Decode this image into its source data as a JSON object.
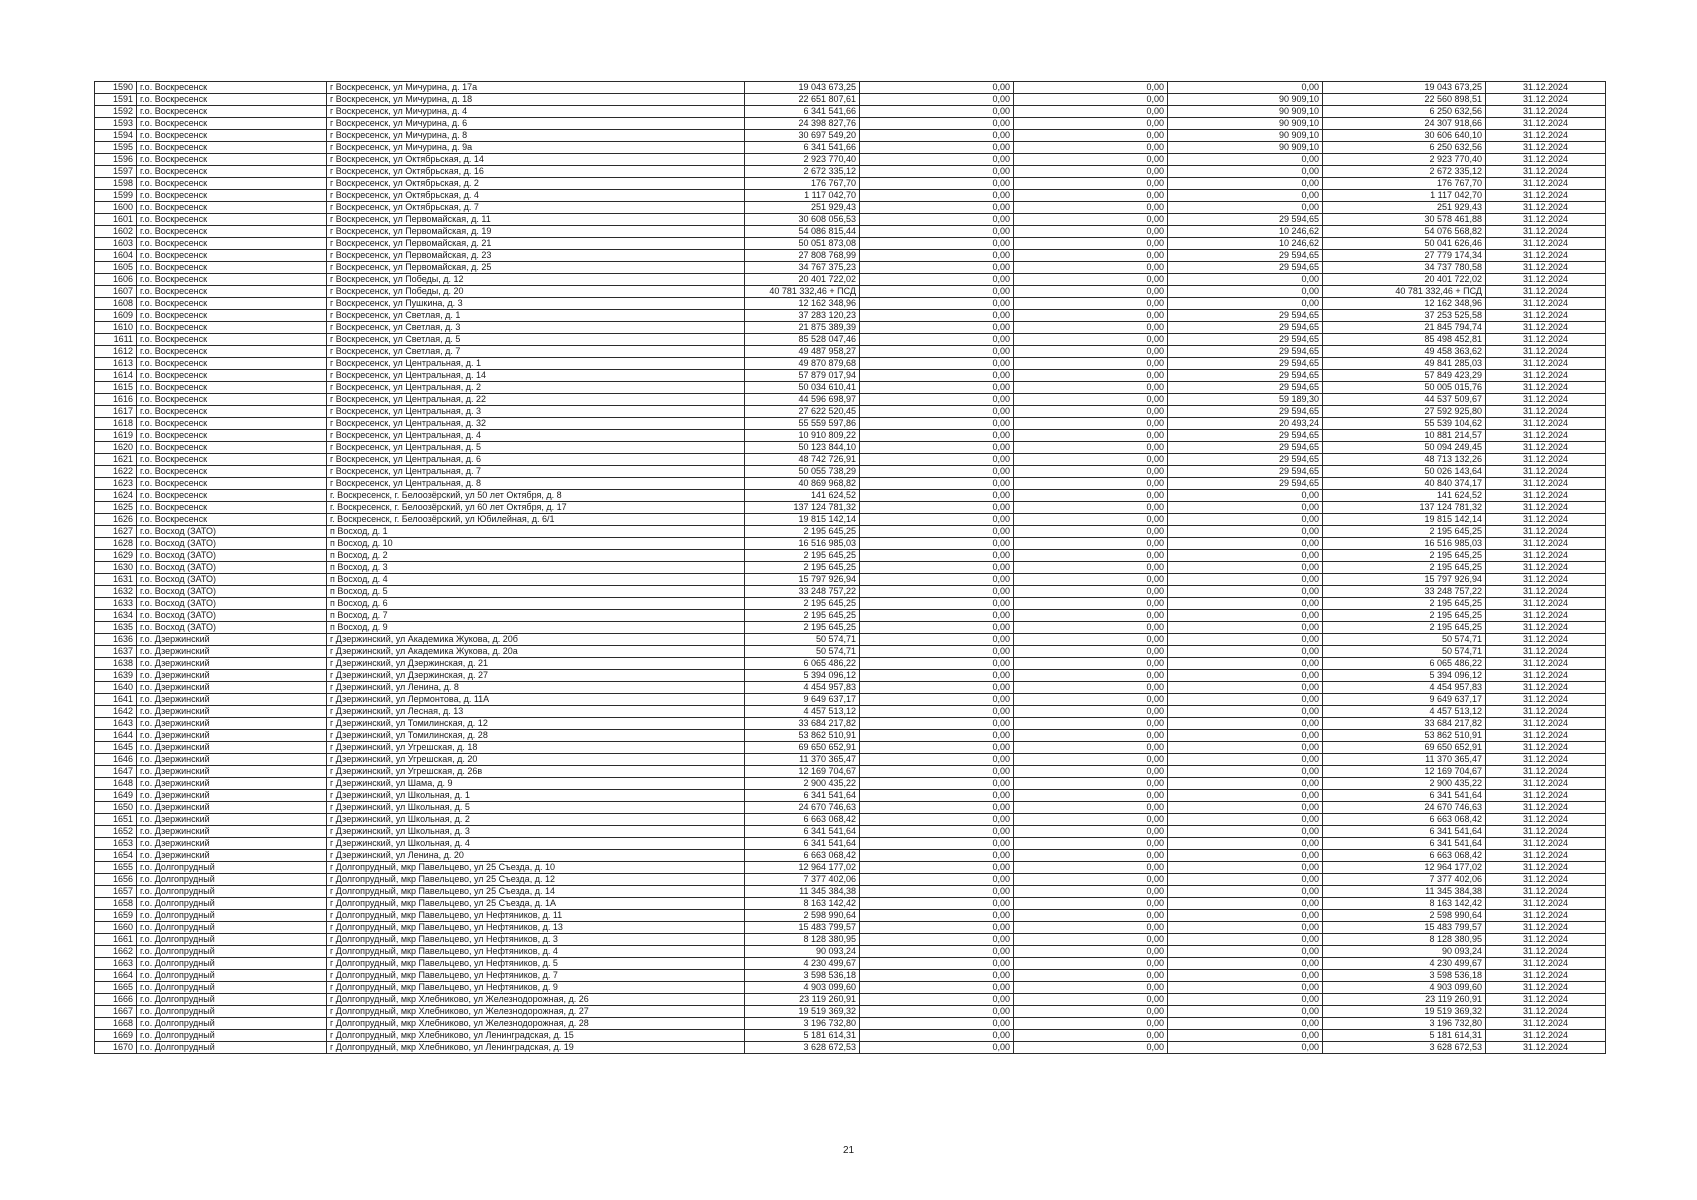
{
  "page_number": "21",
  "rows": [
    [
      "1590",
      "г.о. Воскресенск",
      "г Воскресенск, ул Мичурина, д. 17а",
      "19 043 673,25",
      "0,00",
      "0,00",
      "0,00",
      "19 043 673,25",
      "31.12.2024"
    ],
    [
      "1591",
      "г.о. Воскресенск",
      "г Воскресенск, ул Мичурина, д. 18",
      "22 651 807,61",
      "0,00",
      "0,00",
      "90 909,10",
      "22 560 898,51",
      "31.12.2024"
    ],
    [
      "1592",
      "г.о. Воскресенск",
      "г Воскресенск, ул Мичурина, д. 4",
      "6 341 541,66",
      "0,00",
      "0,00",
      "90 909,10",
      "6 250 632,56",
      "31.12.2024"
    ],
    [
      "1593",
      "г.о. Воскресенск",
      "г Воскресенск, ул Мичурина, д. 6",
      "24 398 827,76",
      "0,00",
      "0,00",
      "90 909,10",
      "24 307 918,66",
      "31.12.2024"
    ],
    [
      "1594",
      "г.о. Воскресенск",
      "г Воскресенск, ул Мичурина, д. 8",
      "30 697 549,20",
      "0,00",
      "0,00",
      "90 909,10",
      "30 606 640,10",
      "31.12.2024"
    ],
    [
      "1595",
      "г.о. Воскресенск",
      "г Воскресенск, ул Мичурина, д. 9а",
      "6 341 541,66",
      "0,00",
      "0,00",
      "90 909,10",
      "6 250 632,56",
      "31.12.2024"
    ],
    [
      "1596",
      "г.о. Воскресенск",
      "г Воскресенск, ул Октябрьская, д. 14",
      "2 923 770,40",
      "0,00",
      "0,00",
      "0,00",
      "2 923 770,40",
      "31.12.2024"
    ],
    [
      "1597",
      "г.о. Воскресенск",
      "г Воскресенск, ул Октябрьская, д. 16",
      "2 672 335,12",
      "0,00",
      "0,00",
      "0,00",
      "2 672 335,12",
      "31.12.2024"
    ],
    [
      "1598",
      "г.о. Воскресенск",
      "г Воскресенск, ул Октябрьская, д. 2",
      "176 767,70",
      "0,00",
      "0,00",
      "0,00",
      "176 767,70",
      "31.12.2024"
    ],
    [
      "1599",
      "г.о. Воскресенск",
      "г Воскресенск, ул Октябрьская, д. 4",
      "1 117 042,70",
      "0,00",
      "0,00",
      "0,00",
      "1 117 042,70",
      "31.12.2024"
    ],
    [
      "1600",
      "г.о. Воскресенск",
      "г Воскресенск, ул Октябрьская, д. 7",
      "251 929,43",
      "0,00",
      "0,00",
      "0,00",
      "251 929,43",
      "31.12.2024"
    ],
    [
      "1601",
      "г.о. Воскресенск",
      "г Воскресенск, ул Первомайская, д. 11",
      "30 608 056,53",
      "0,00",
      "0,00",
      "29 594,65",
      "30 578 461,88",
      "31.12.2024"
    ],
    [
      "1602",
      "г.о. Воскресенск",
      "г Воскресенск, ул Первомайская, д. 19",
      "54 086 815,44",
      "0,00",
      "0,00",
      "10 246,62",
      "54 076 568,82",
      "31.12.2024"
    ],
    [
      "1603",
      "г.о. Воскресенск",
      "г Воскресенск, ул Первомайская, д. 21",
      "50 051 873,08",
      "0,00",
      "0,00",
      "10 246,62",
      "50 041 626,46",
      "31.12.2024"
    ],
    [
      "1604",
      "г.о. Воскресенск",
      "г Воскресенск, ул Первомайская, д. 23",
      "27 808 768,99",
      "0,00",
      "0,00",
      "29 594,65",
      "27 779 174,34",
      "31.12.2024"
    ],
    [
      "1605",
      "г.о. Воскресенск",
      "г Воскресенск, ул Первомайская, д. 25",
      "34 767 375,23",
      "0,00",
      "0,00",
      "29 594,65",
      "34 737 780,58",
      "31.12.2024"
    ],
    [
      "1606",
      "г.о. Воскресенск",
      "г Воскресенск, ул Победы, д. 12",
      "20 401 722,02",
      "0,00",
      "0,00",
      "0,00",
      "20 401 722,02",
      "31.12.2024"
    ],
    [
      "1607",
      "г.о. Воскресенск",
      "г Воскресенск, ул Победы, д. 20",
      "40 781 332,46 + ПСД",
      "0,00",
      "0,00",
      "0,00",
      "40 781 332,46 + ПСД",
      "31.12.2024"
    ],
    [
      "1608",
      "г.о. Воскресенск",
      "г Воскресенск, ул Пушкина, д. 3",
      "12 162 348,96",
      "0,00",
      "0,00",
      "0,00",
      "12 162 348,96",
      "31.12.2024"
    ],
    [
      "1609",
      "г.о. Воскресенск",
      "г Воскресенск, ул Светлая, д. 1",
      "37 283 120,23",
      "0,00",
      "0,00",
      "29 594,65",
      "37 253 525,58",
      "31.12.2024"
    ],
    [
      "1610",
      "г.о. Воскресенск",
      "г Воскресенск, ул Светлая, д. 3",
      "21 875 389,39",
      "0,00",
      "0,00",
      "29 594,65",
      "21 845 794,74",
      "31.12.2024"
    ],
    [
      "1611",
      "г.о. Воскресенск",
      "г Воскресенск, ул Светлая, д. 5",
      "85 528 047,46",
      "0,00",
      "0,00",
      "29 594,65",
      "85 498 452,81",
      "31.12.2024"
    ],
    [
      "1612",
      "г.о. Воскресенск",
      "г Воскресенск, ул Светлая, д. 7",
      "49 487 958,27",
      "0,00",
      "0,00",
      "29 594,65",
      "49 458 363,62",
      "31.12.2024"
    ],
    [
      "1613",
      "г.о. Воскресенск",
      "г Воскресенск, ул Центральная, д. 1",
      "49 870 879,68",
      "0,00",
      "0,00",
      "29 594,65",
      "49 841 285,03",
      "31.12.2024"
    ],
    [
      "1614",
      "г.о. Воскресенск",
      "г Воскресенск, ул Центральная, д. 14",
      "57 879 017,94",
      "0,00",
      "0,00",
      "29 594,65",
      "57 849 423,29",
      "31.12.2024"
    ],
    [
      "1615",
      "г.о. Воскресенск",
      "г Воскресенск, ул Центральная, д. 2",
      "50 034 610,41",
      "0,00",
      "0,00",
      "29 594,65",
      "50 005 015,76",
      "31.12.2024"
    ],
    [
      "1616",
      "г.о. Воскресенск",
      "г Воскресенск, ул Центральная, д. 22",
      "44 596 698,97",
      "0,00",
      "0,00",
      "59 189,30",
      "44 537 509,67",
      "31.12.2024"
    ],
    [
      "1617",
      "г.о. Воскресенск",
      "г Воскресенск, ул Центральная, д. 3",
      "27 622 520,45",
      "0,00",
      "0,00",
      "29 594,65",
      "27 592 925,80",
      "31.12.2024"
    ],
    [
      "1618",
      "г.о. Воскресенск",
      "г Воскресенск, ул Центральная, д. 32",
      "55 559 597,86",
      "0,00",
      "0,00",
      "20 493,24",
      "55 539 104,62",
      "31.12.2024"
    ],
    [
      "1619",
      "г.о. Воскресенск",
      "г Воскресенск, ул Центральная, д. 4",
      "10 910 809,22",
      "0,00",
      "0,00",
      "29 594,65",
      "10 881 214,57",
      "31.12.2024"
    ],
    [
      "1620",
      "г.о. Воскресенск",
      "г Воскресенск, ул Центральная, д. 5",
      "50 123 844,10",
      "0,00",
      "0,00",
      "29 594,65",
      "50 094 249,45",
      "31.12.2024"
    ],
    [
      "1621",
      "г.о. Воскресенск",
      "г Воскресенск, ул Центральная, д. 6",
      "48 742 726,91",
      "0,00",
      "0,00",
      "29 594,65",
      "48 713 132,26",
      "31.12.2024"
    ],
    [
      "1622",
      "г.о. Воскресенск",
      "г Воскресенск, ул Центральная, д. 7",
      "50 055 738,29",
      "0,00",
      "0,00",
      "29 594,65",
      "50 026 143,64",
      "31.12.2024"
    ],
    [
      "1623",
      "г.о. Воскресенск",
      "г Воскресенск, ул Центральная, д. 8",
      "40 869 968,82",
      "0,00",
      "0,00",
      "29 594,65",
      "40 840 374,17",
      "31.12.2024"
    ],
    [
      "1624",
      "г.о. Воскресенск",
      "г. Воскресенск, г. Белоозёрский, ул 50 лет Октября, д. 8",
      "141 624,52",
      "0,00",
      "0,00",
      "0,00",
      "141 624,52",
      "31.12.2024"
    ],
    [
      "1625",
      "г.о. Воскресенск",
      "г. Воскресенск, г. Белоозёрский, ул 60 лет Октября, д. 17",
      "137 124 781,32",
      "0,00",
      "0,00",
      "0,00",
      "137 124 781,32",
      "31.12.2024"
    ],
    [
      "1626",
      "г.о. Воскресенск",
      "г. Воскресенск, г. Белоозёрский, ул Юбилейная, д. 6/1",
      "19 815 142,14",
      "0,00",
      "0,00",
      "0,00",
      "19 815 142,14",
      "31.12.2024"
    ],
    [
      "1627",
      "г.о. Восход (ЗАТО)",
      "п Восход, д. 1",
      "2 195 645,25",
      "0,00",
      "0,00",
      "0,00",
      "2 195 645,25",
      "31.12.2024"
    ],
    [
      "1628",
      "г.о. Восход (ЗАТО)",
      "п Восход, д. 10",
      "16 516 985,03",
      "0,00",
      "0,00",
      "0,00",
      "16 516 985,03",
      "31.12.2024"
    ],
    [
      "1629",
      "г.о. Восход (ЗАТО)",
      "п Восход, д. 2",
      "2 195 645,25",
      "0,00",
      "0,00",
      "0,00",
      "2 195 645,25",
      "31.12.2024"
    ],
    [
      "1630",
      "г.о. Восход (ЗАТО)",
      "п Восход, д. 3",
      "2 195 645,25",
      "0,00",
      "0,00",
      "0,00",
      "2 195 645,25",
      "31.12.2024"
    ],
    [
      "1631",
      "г.о. Восход (ЗАТО)",
      "п Восход, д. 4",
      "15 797 926,94",
      "0,00",
      "0,00",
      "0,00",
      "15 797 926,94",
      "31.12.2024"
    ],
    [
      "1632",
      "г.о. Восход (ЗАТО)",
      "п Восход, д. 5",
      "33 248 757,22",
      "0,00",
      "0,00",
      "0,00",
      "33 248 757,22",
      "31.12.2024"
    ],
    [
      "1633",
      "г.о. Восход (ЗАТО)",
      "п Восход, д. 6",
      "2 195 645,25",
      "0,00",
      "0,00",
      "0,00",
      "2 195 645,25",
      "31.12.2024"
    ],
    [
      "1634",
      "г.о. Восход (ЗАТО)",
      "п Восход, д. 7",
      "2 195 645,25",
      "0,00",
      "0,00",
      "0,00",
      "2 195 645,25",
      "31.12.2024"
    ],
    [
      "1635",
      "г.о. Восход (ЗАТО)",
      "п Восход, д. 9",
      "2 195 645,25",
      "0,00",
      "0,00",
      "0,00",
      "2 195 645,25",
      "31.12.2024"
    ],
    [
      "1636",
      "г.о. Дзержинский",
      "г Дзержинский, ул Академика Жукова, д. 20б",
      "50 574,71",
      "0,00",
      "0,00",
      "0,00",
      "50 574,71",
      "31.12.2024"
    ],
    [
      "1637",
      "г.о. Дзержинский",
      "г Дзержинский, ул Академика Жукова, д. 20а",
      "50 574,71",
      "0,00",
      "0,00",
      "0,00",
      "50 574,71",
      "31.12.2024"
    ],
    [
      "1638",
      "г.о. Дзержинский",
      "г Дзержинский, ул Дзержинская, д. 21",
      "6 065 486,22",
      "0,00",
      "0,00",
      "0,00",
      "6 065 486,22",
      "31.12.2024"
    ],
    [
      "1639",
      "г.о. Дзержинский",
      "г Дзержинский, ул Дзержинская, д. 27",
      "5 394 096,12",
      "0,00",
      "0,00",
      "0,00",
      "5 394 096,12",
      "31.12.2024"
    ],
    [
      "1640",
      "г.о. Дзержинский",
      "г Дзержинский, ул Ленина, д. 8",
      "4 454 957,83",
      "0,00",
      "0,00",
      "0,00",
      "4 454 957,83",
      "31.12.2024"
    ],
    [
      "1641",
      "г.о. Дзержинский",
      "г Дзержинский, ул Лермонтова, д. 11А",
      "9 649 637,17",
      "0,00",
      "0,00",
      "0,00",
      "9 649 637,17",
      "31.12.2024"
    ],
    [
      "1642",
      "г.о. Дзержинский",
      "г Дзержинский, ул Лесная, д. 13",
      "4 457 513,12",
      "0,00",
      "0,00",
      "0,00",
      "4 457 513,12",
      "31.12.2024"
    ],
    [
      "1643",
      "г.о. Дзержинский",
      "г Дзержинский, ул Томилинская, д. 12",
      "33 684 217,82",
      "0,00",
      "0,00",
      "0,00",
      "33 684 217,82",
      "31.12.2024"
    ],
    [
      "1644",
      "г.о. Дзержинский",
      "г Дзержинский, ул Томилинская, д. 28",
      "53 862 510,91",
      "0,00",
      "0,00",
      "0,00",
      "53 862 510,91",
      "31.12.2024"
    ],
    [
      "1645",
      "г.о. Дзержинский",
      "г Дзержинский, ул Угрешская, д. 18",
      "69 650 652,91",
      "0,00",
      "0,00",
      "0,00",
      "69 650 652,91",
      "31.12.2024"
    ],
    [
      "1646",
      "г.о. Дзержинский",
      "г Дзержинский, ул Угрешская, д. 20",
      "11 370 365,47",
      "0,00",
      "0,00",
      "0,00",
      "11 370 365,47",
      "31.12.2024"
    ],
    [
      "1647",
      "г.о. Дзержинский",
      "г Дзержинский, ул Угрешская, д. 26в",
      "12 169 704,67",
      "0,00",
      "0,00",
      "0,00",
      "12 169 704,67",
      "31.12.2024"
    ],
    [
      "1648",
      "г.о. Дзержинский",
      "г Дзержинский, ул Шама, д. 9",
      "2 900 435,22",
      "0,00",
      "0,00",
      "0,00",
      "2 900 435,22",
      "31.12.2024"
    ],
    [
      "1649",
      "г.о. Дзержинский",
      "г Дзержинский, ул Школьная, д. 1",
      "6 341 541,64",
      "0,00",
      "0,00",
      "0,00",
      "6 341 541,64",
      "31.12.2024"
    ],
    [
      "1650",
      "г.о. Дзержинский",
      "г Дзержинский, ул Школьная, д. 5",
      "24 670 746,63",
      "0,00",
      "0,00",
      "0,00",
      "24 670 746,63",
      "31.12.2024"
    ],
    [
      "1651",
      "г.о. Дзержинский",
      "г Дзержинский, ул Школьная, д. 2",
      "6 663 068,42",
      "0,00",
      "0,00",
      "0,00",
      "6 663 068,42",
      "31.12.2024"
    ],
    [
      "1652",
      "г.о. Дзержинский",
      "г Дзержинский, ул Школьная, д. 3",
      "6 341 541,64",
      "0,00",
      "0,00",
      "0,00",
      "6 341 541,64",
      "31.12.2024"
    ],
    [
      "1653",
      "г.о. Дзержинский",
      "г Дзержинский, ул Школьная, д. 4",
      "6 341 541,64",
      "0,00",
      "0,00",
      "0,00",
      "6 341 541,64",
      "31.12.2024"
    ],
    [
      "1654",
      "г.о. Дзержинский",
      "г Дзержинский, ул Ленина, д. 20",
      "6 663 068,42",
      "0,00",
      "0,00",
      "0,00",
      "6 663 068,42",
      "31.12.2024"
    ],
    [
      "1655",
      "г.о. Долгопрудный",
      "г Долгопрудный, мкр Павельцево, ул 25 Съезда, д. 10",
      "12 964 177,02",
      "0,00",
      "0,00",
      "0,00",
      "12 964 177,02",
      "31.12.2024"
    ],
    [
      "1656",
      "г.о. Долгопрудный",
      "г Долгопрудный, мкр Павельцево, ул 25 Съезда, д. 12",
      "7 377 402,06",
      "0,00",
      "0,00",
      "0,00",
      "7 377 402,06",
      "31.12.2024"
    ],
    [
      "1657",
      "г.о. Долгопрудный",
      "г Долгопрудный, мкр Павельцево, ул 25 Съезда, д. 14",
      "11 345 384,38",
      "0,00",
      "0,00",
      "0,00",
      "11 345 384,38",
      "31.12.2024"
    ],
    [
      "1658",
      "г.о. Долгопрудный",
      "г Долгопрудный, мкр Павельцево, ул 25 Съезда, д. 1А",
      "8 163 142,42",
      "0,00",
      "0,00",
      "0,00",
      "8 163 142,42",
      "31.12.2024"
    ],
    [
      "1659",
      "г.о. Долгопрудный",
      "г Долгопрудный, мкр Павельцево, ул Нефтяников, д. 11",
      "2 598 990,64",
      "0,00",
      "0,00",
      "0,00",
      "2 598 990,64",
      "31.12.2024"
    ],
    [
      "1660",
      "г.о. Долгопрудный",
      "г Долгопрудный, мкр Павельцево, ул Нефтяников, д. 13",
      "15 483 799,57",
      "0,00",
      "0,00",
      "0,00",
      "15 483 799,57",
      "31.12.2024"
    ],
    [
      "1661",
      "г.о. Долгопрудный",
      "г Долгопрудный, мкр Павельцево, ул Нефтяников, д. 3",
      "8 128 380,95",
      "0,00",
      "0,00",
      "0,00",
      "8 128 380,95",
      "31.12.2024"
    ],
    [
      "1662",
      "г.о. Долгопрудный",
      "г Долгопрудный, мкр Павельцево, ул Нефтяников, д. 4",
      "90 093,24",
      "0,00",
      "0,00",
      "0,00",
      "90 093,24",
      "31.12.2024"
    ],
    [
      "1663",
      "г.о. Долгопрудный",
      "г Долгопрудный, мкр Павельцево, ул Нефтяников, д. 5",
      "4 230 499,67",
      "0,00",
      "0,00",
      "0,00",
      "4 230 499,67",
      "31.12.2024"
    ],
    [
      "1664",
      "г.о. Долгопрудный",
      "г Долгопрудный, мкр Павельцево, ул Нефтяников, д. 7",
      "3 598 536,18",
      "0,00",
      "0,00",
      "0,00",
      "3 598 536,18",
      "31.12.2024"
    ],
    [
      "1665",
      "г.о. Долгопрудный",
      "г Долгопрудный, мкр Павельцево, ул Нефтяников, д. 9",
      "4 903 099,60",
      "0,00",
      "0,00",
      "0,00",
      "4 903 099,60",
      "31.12.2024"
    ],
    [
      "1666",
      "г.о. Долгопрудный",
      "г Долгопрудный, мкр Хлебниково, ул Железнодорожная, д. 26",
      "23 119 260,91",
      "0,00",
      "0,00",
      "0,00",
      "23 119 260,91",
      "31.12.2024"
    ],
    [
      "1667",
      "г.о. Долгопрудный",
      "г Долгопрудный, мкр Хлебниково, ул Железнодорожная, д. 27",
      "19 519 369,32",
      "0,00",
      "0,00",
      "0,00",
      "19 519 369,32",
      "31.12.2024"
    ],
    [
      "1668",
      "г.о. Долгопрудный",
      "г Долгопрудный, мкр Хлебниково, ул Железнодорожная, д. 28",
      "3 196 732,80",
      "0,00",
      "0,00",
      "0,00",
      "3 196 732,80",
      "31.12.2024"
    ],
    [
      "1669",
      "г.о. Долгопрудный",
      "г Долгопрудный, мкр Хлебниково, ул Ленинградская, д. 15",
      "5 181 614,31",
      "0,00",
      "0,00",
      "0,00",
      "5 181 614,31",
      "31.12.2024"
    ],
    [
      "1670",
      "г.о. Долгопрудный",
      "г Долгопрудный, мкр Хлебниково, ул Ленинградская, д. 19",
      "3 628 672,53",
      "0,00",
      "0,00",
      "0,00",
      "3 628 672,53",
      "31.12.2024"
    ]
  ]
}
